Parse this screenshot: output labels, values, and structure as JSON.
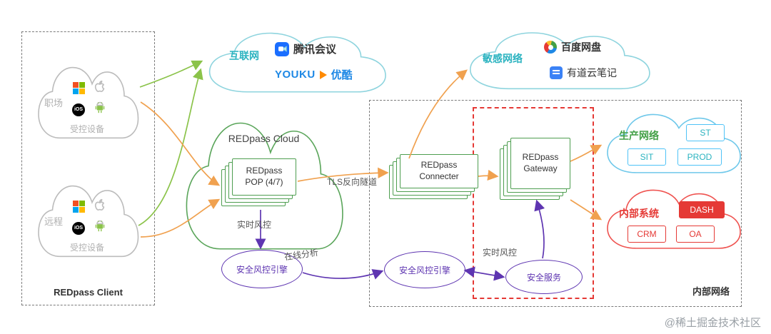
{
  "colors": {
    "green_arrow": "#8bc34a",
    "orange_arrow": "#f0a14f",
    "purple": "#5e35b1",
    "teal": "#2bb3c0",
    "node_green": "#4e9e50",
    "prod_blue": "#4fc3f7",
    "red": "#e53935",
    "gray": "#b0b0b0"
  },
  "client": {
    "label": "REDpass Client",
    "workplace": {
      "name": "职场",
      "devices_label": "受控设备"
    },
    "remote": {
      "name": "远程",
      "devices_label": "受控设备"
    },
    "ios_badge": "iOS"
  },
  "internet": {
    "label": "互联网",
    "tencent_meeting": "腾讯会议",
    "youku_brand": "YOUKU",
    "youku_cn": "优酷"
  },
  "sensitive": {
    "label": "敏感网络",
    "baidu_netdisk": "百度网盘",
    "youdao_notes": "有道云笔记"
  },
  "redpass_cloud": {
    "label": "REDpass Cloud"
  },
  "pop": {
    "line1": "REDpass",
    "line2": "POP (4/7)"
  },
  "connecter": {
    "line1": "REDpass",
    "line2": "Connecter"
  },
  "gateway": {
    "line1": "REDpass",
    "line2": "Gateway"
  },
  "engines": {
    "cloud_engine": "安全风控引擎",
    "internal_engine": "安全风控引擎",
    "security_service": "安全服务"
  },
  "edge_labels": {
    "realtime_cloud": "实时风控",
    "online_analysis": "在线分析",
    "tls_tunnel": "TLS反向隧道",
    "realtime_internal": "实时风控"
  },
  "internal": {
    "label": "内部网络",
    "production": {
      "label": "生产网络",
      "boxes": [
        "ST",
        "SIT",
        "PROD"
      ]
    },
    "systems": {
      "label": "内部系统",
      "boxes": [
        "DASH",
        "CRM",
        "OA"
      ]
    }
  },
  "watermark": "@稀土掘金技术社区"
}
